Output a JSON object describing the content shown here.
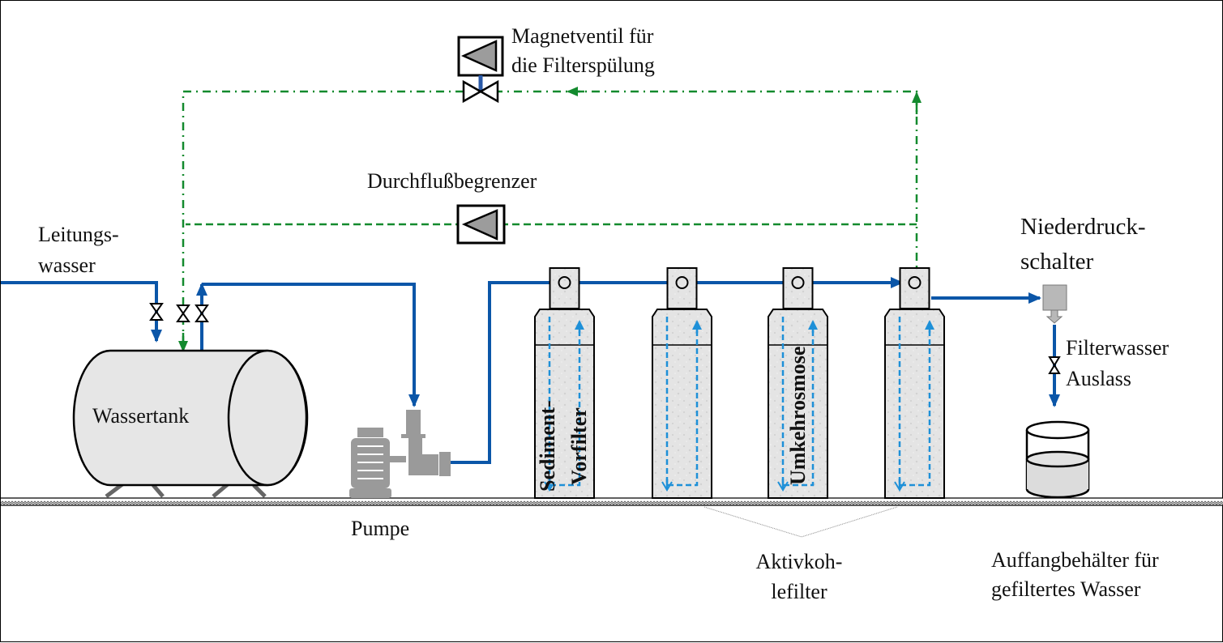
{
  "diagram": {
    "type": "water-filtration-flow-diagram",
    "colors": {
      "water_pipe": "#0b56a8",
      "control_line": "#138a2e",
      "internal_flow": "#1e90d8",
      "component_fill": "#e6e6e6",
      "pump_gray": "#9a9a9a"
    },
    "labels": {
      "magnetventil_line1": "Magnetventil für",
      "magnetventil_line2": "die Filterspülung",
      "durchflussbegrenzer": "Durchflußbegrenzer",
      "leitungswasser_line1": "Leitungs-",
      "leitungswasser_line2": "wasser",
      "wassertank": "Wassertank",
      "pumpe": "Pumpe",
      "sediment_line1": "Sediment-",
      "sediment_line2": "Vorfilter",
      "umkehrosmose": "Umkehrosmose",
      "niederdruck_line1": "Niederdruck-",
      "niederdruck_line2": "schalter",
      "filterwasser_line1": "Filterwasser",
      "filterwasser_line2": "Auslass",
      "aktivkohle_line1": "Aktivkoh-",
      "aktivkohle_line2": "lefilter",
      "auffang_line1": "Auffangbehälter für",
      "auffang_line2": "gefiltertes Wasser"
    },
    "components": [
      {
        "id": "wassertank",
        "icon": "tank-icon"
      },
      {
        "id": "pumpe",
        "icon": "pump-icon"
      },
      {
        "id": "filter-1",
        "icon": "filter-cartridge-icon",
        "role": "Sediment-Vorfilter"
      },
      {
        "id": "filter-2",
        "icon": "filter-cartridge-icon",
        "role": "Aktivkohlefilter"
      },
      {
        "id": "filter-3",
        "icon": "filter-cartridge-icon",
        "role": "Umkehrosmose"
      },
      {
        "id": "filter-4",
        "icon": "filter-cartridge-icon",
        "role": "Aktivkohlefilter"
      },
      {
        "id": "niederdruckschalter",
        "icon": "pressure-switch-icon"
      },
      {
        "id": "auffangbehaelter",
        "icon": "container-icon"
      },
      {
        "id": "magnetventil",
        "icon": "solenoid-valve-icon"
      },
      {
        "id": "durchflussbegrenzer",
        "icon": "flow-restrictor-icon"
      }
    ]
  }
}
